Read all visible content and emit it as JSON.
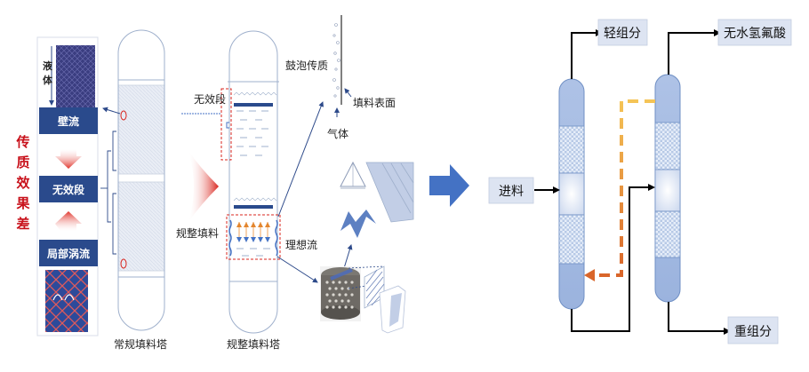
{
  "left_panel": {
    "liquid_label": "液体",
    "wall_flow_label": "壁流",
    "ineffective_label": "无效段",
    "local_vortex_label": "局部涡流",
    "poor_mass_transfer_label": "传质效果差",
    "conventional_tower_label": "常规填料塔"
  },
  "middle_panel": {
    "ineffective_label": "无效段",
    "structured_packing_label": "规整填料",
    "structured_tower_label": "规整填料塔",
    "bubble_mass_transfer_label": "鼓泡传质",
    "packing_surface_label": "填料表面",
    "gas_label": "气体",
    "ideal_flow_label": "理想流"
  },
  "process_flow": {
    "feed_label": "进料",
    "light_components_label": "轻组分",
    "anhydrous_hf_label": "无水氢氟酸",
    "heavy_components_label": "重组分"
  },
  "colors": {
    "header_blue": "#2a4a8c",
    "alert_red": "#c8101a",
    "column_blue": "#a9bfe3",
    "label_box": "#dde4f2",
    "recycle_yellow": "#f5c456",
    "recycle_orange": "#d9652a",
    "big_arrow": "#4472c4"
  }
}
